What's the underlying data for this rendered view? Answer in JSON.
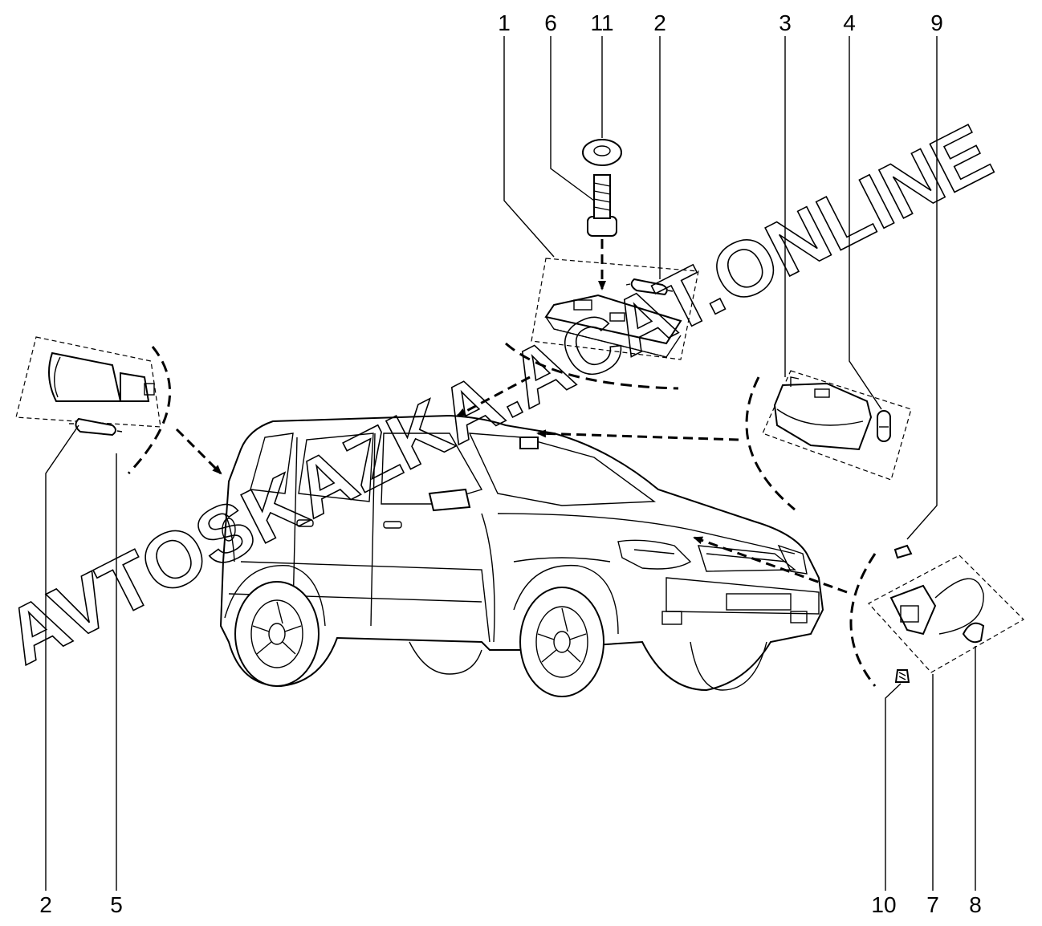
{
  "watermark": "AVTOSKAZKA.ACAT.ONLINE",
  "callouts": {
    "c1": "1",
    "c6": "6",
    "c11": "11",
    "c2_top": "2",
    "c3": "3",
    "c4": "4",
    "c9": "9",
    "c2_bottom": "2",
    "c5": "5",
    "c10": "10",
    "c7": "7",
    "c8": "8"
  }
}
